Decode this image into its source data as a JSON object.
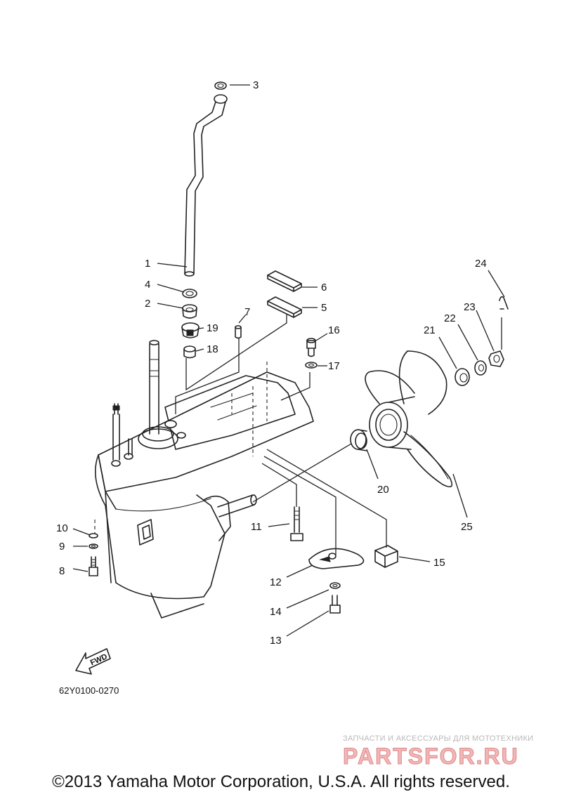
{
  "callouts": [
    {
      "id": "1",
      "label": "1"
    },
    {
      "id": "2",
      "label": "2"
    },
    {
      "id": "3",
      "label": "3"
    },
    {
      "id": "4",
      "label": "4"
    },
    {
      "id": "5",
      "label": "5"
    },
    {
      "id": "6",
      "label": "6"
    },
    {
      "id": "7",
      "label": "7"
    },
    {
      "id": "8",
      "label": "8"
    },
    {
      "id": "9",
      "label": "9"
    },
    {
      "id": "10",
      "label": "10"
    },
    {
      "id": "11",
      "label": "11"
    },
    {
      "id": "12",
      "label": "12"
    },
    {
      "id": "13",
      "label": "13"
    },
    {
      "id": "14",
      "label": "14"
    },
    {
      "id": "15",
      "label": "15"
    },
    {
      "id": "16",
      "label": "16"
    },
    {
      "id": "17",
      "label": "17"
    },
    {
      "id": "18",
      "label": "18"
    },
    {
      "id": "19",
      "label": "19"
    },
    {
      "id": "20",
      "label": "20"
    },
    {
      "id": "21",
      "label": "21"
    },
    {
      "id": "22",
      "label": "22"
    },
    {
      "id": "23",
      "label": "23"
    },
    {
      "id": "24",
      "label": "24"
    },
    {
      "id": "25",
      "label": "25"
    }
  ],
  "fwd_label": "FWD",
  "diagram_code": "62Y0100-0270",
  "watermark": {
    "tagline": "ЗАПЧАСТИ И АКСЕССУАРЫ ДЛЯ МОТОТЕХНИКИ",
    "brand": "PARTSFOR.RU"
  },
  "copyright": "©2013 Yamaha Motor Corporation, U.S.A. All rights reserved."
}
